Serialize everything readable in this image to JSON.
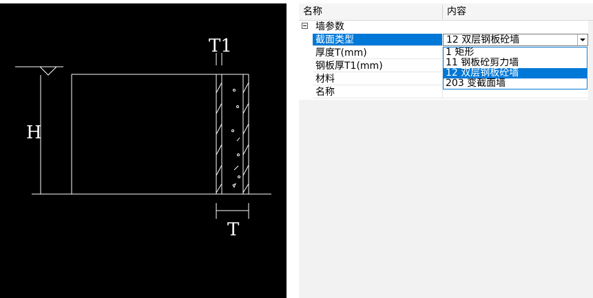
{
  "cad_preview": {
    "label_height": "H",
    "label_steel_thickness": "T1",
    "label_thickness": "T"
  },
  "property_grid": {
    "header": {
      "name_column": "名称",
      "value_column": "内容"
    },
    "category": {
      "label": "墙参数",
      "expanded": true
    },
    "rows": [
      {
        "name": "截面类型",
        "value": "12 双层钢板砼墙",
        "selected": true,
        "has_dropdown": true
      },
      {
        "name": "厚度T(mm)",
        "value": ""
      },
      {
        "name": "钢板厚T1(mm)",
        "value": ""
      },
      {
        "name": "材料",
        "value": ""
      },
      {
        "name": "名称",
        "value": ""
      }
    ],
    "dropdown": {
      "open": true,
      "selected_index": 2,
      "options": [
        "1 矩形",
        "11 钢板砼剪力墙",
        "12 双层钢板砼墙",
        "203 变截面墙"
      ]
    }
  },
  "colors": {
    "cad_background": "#000000",
    "cad_lines": "#ffffff",
    "selection": "#0078d7"
  }
}
